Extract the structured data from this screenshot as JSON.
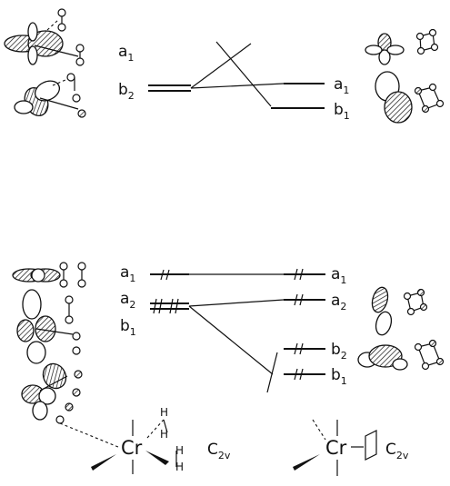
{
  "top_panel": {
    "left_levels": [
      {
        "label": "a",
        "sub": "1"
      },
      {
        "label": "b",
        "sub": "2"
      }
    ],
    "right_levels": [
      {
        "label": "a",
        "sub": "1"
      },
      {
        "label": "b",
        "sub": "1"
      }
    ]
  },
  "bottom_panel": {
    "left_levels": [
      {
        "label": "a",
        "sub": "1"
      },
      {
        "label": "a",
        "sub": "2"
      },
      {
        "label": "b",
        "sub": "1"
      }
    ],
    "right_levels": [
      {
        "label": "a",
        "sub": "1"
      },
      {
        "label": "a",
        "sub": "2"
      },
      {
        "label": "b",
        "sub": "2"
      },
      {
        "label": "b",
        "sub": "1"
      }
    ]
  },
  "left_complex": {
    "metal": "Cr",
    "hydrogen": "H",
    "symmetry": "C",
    "symmetry_sub": "2v"
  },
  "right_complex": {
    "metal": "Cr",
    "symmetry": "C",
    "symmetry_sub": "2v"
  }
}
